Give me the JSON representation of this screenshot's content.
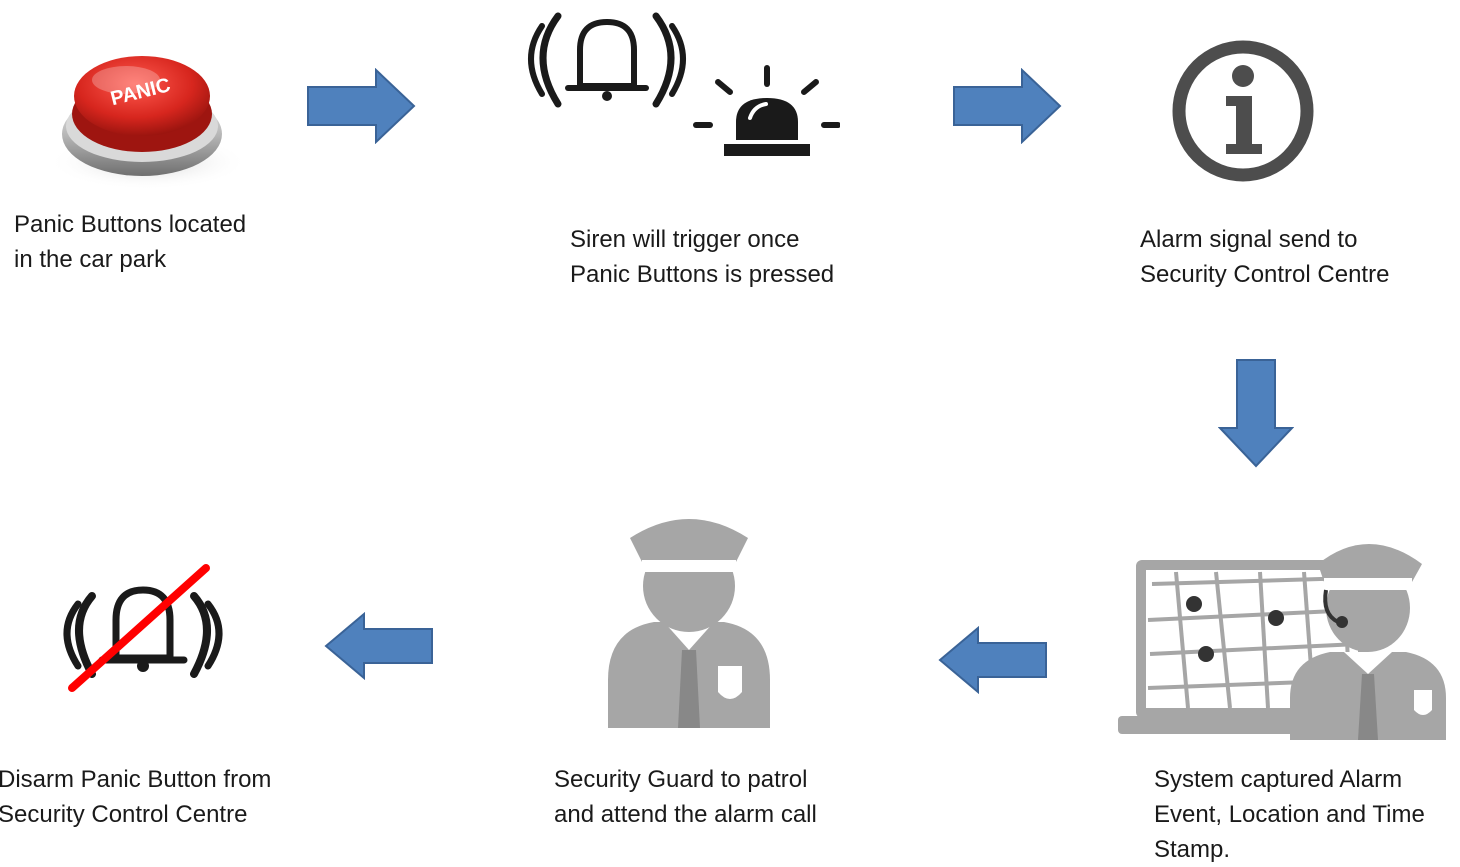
{
  "diagram": {
    "steps": [
      {
        "id": "panic-button",
        "icon": "panic-button-icon",
        "button_text": "PANIC",
        "caption": [
          "Panic Buttons located",
          "in the car park"
        ]
      },
      {
        "id": "siren",
        "icon": "siren-icon",
        "caption": [
          "Siren will trigger once",
          "Panic Buttons is pressed"
        ]
      },
      {
        "id": "alarm-signal",
        "icon": "info-icon",
        "caption": [
          "Alarm signal send to",
          "Security Control Centre"
        ]
      },
      {
        "id": "system-capture",
        "icon": "control-centre-icon",
        "caption": [
          "System captured Alarm",
          "Event, Location and Time",
          "Stamp."
        ]
      },
      {
        "id": "security-guard",
        "icon": "security-guard-icon",
        "caption": [
          "Security Guard to patrol",
          "and attend the alarm call"
        ]
      },
      {
        "id": "disarm",
        "icon": "disarmed-bell-icon",
        "caption": [
          "Disarm Panic Button from",
          "Security Control Centre"
        ]
      }
    ],
    "arrows": [
      "right",
      "right",
      "down",
      "left",
      "left"
    ],
    "colors": {
      "arrow_fill": "#4f81bd",
      "arrow_stroke": "#3a6397",
      "icon_gray": "#a6a6a6",
      "icon_dark": "#1a1a1a",
      "panic_red": "#d7261e",
      "strike_red": "#ff0000"
    }
  }
}
